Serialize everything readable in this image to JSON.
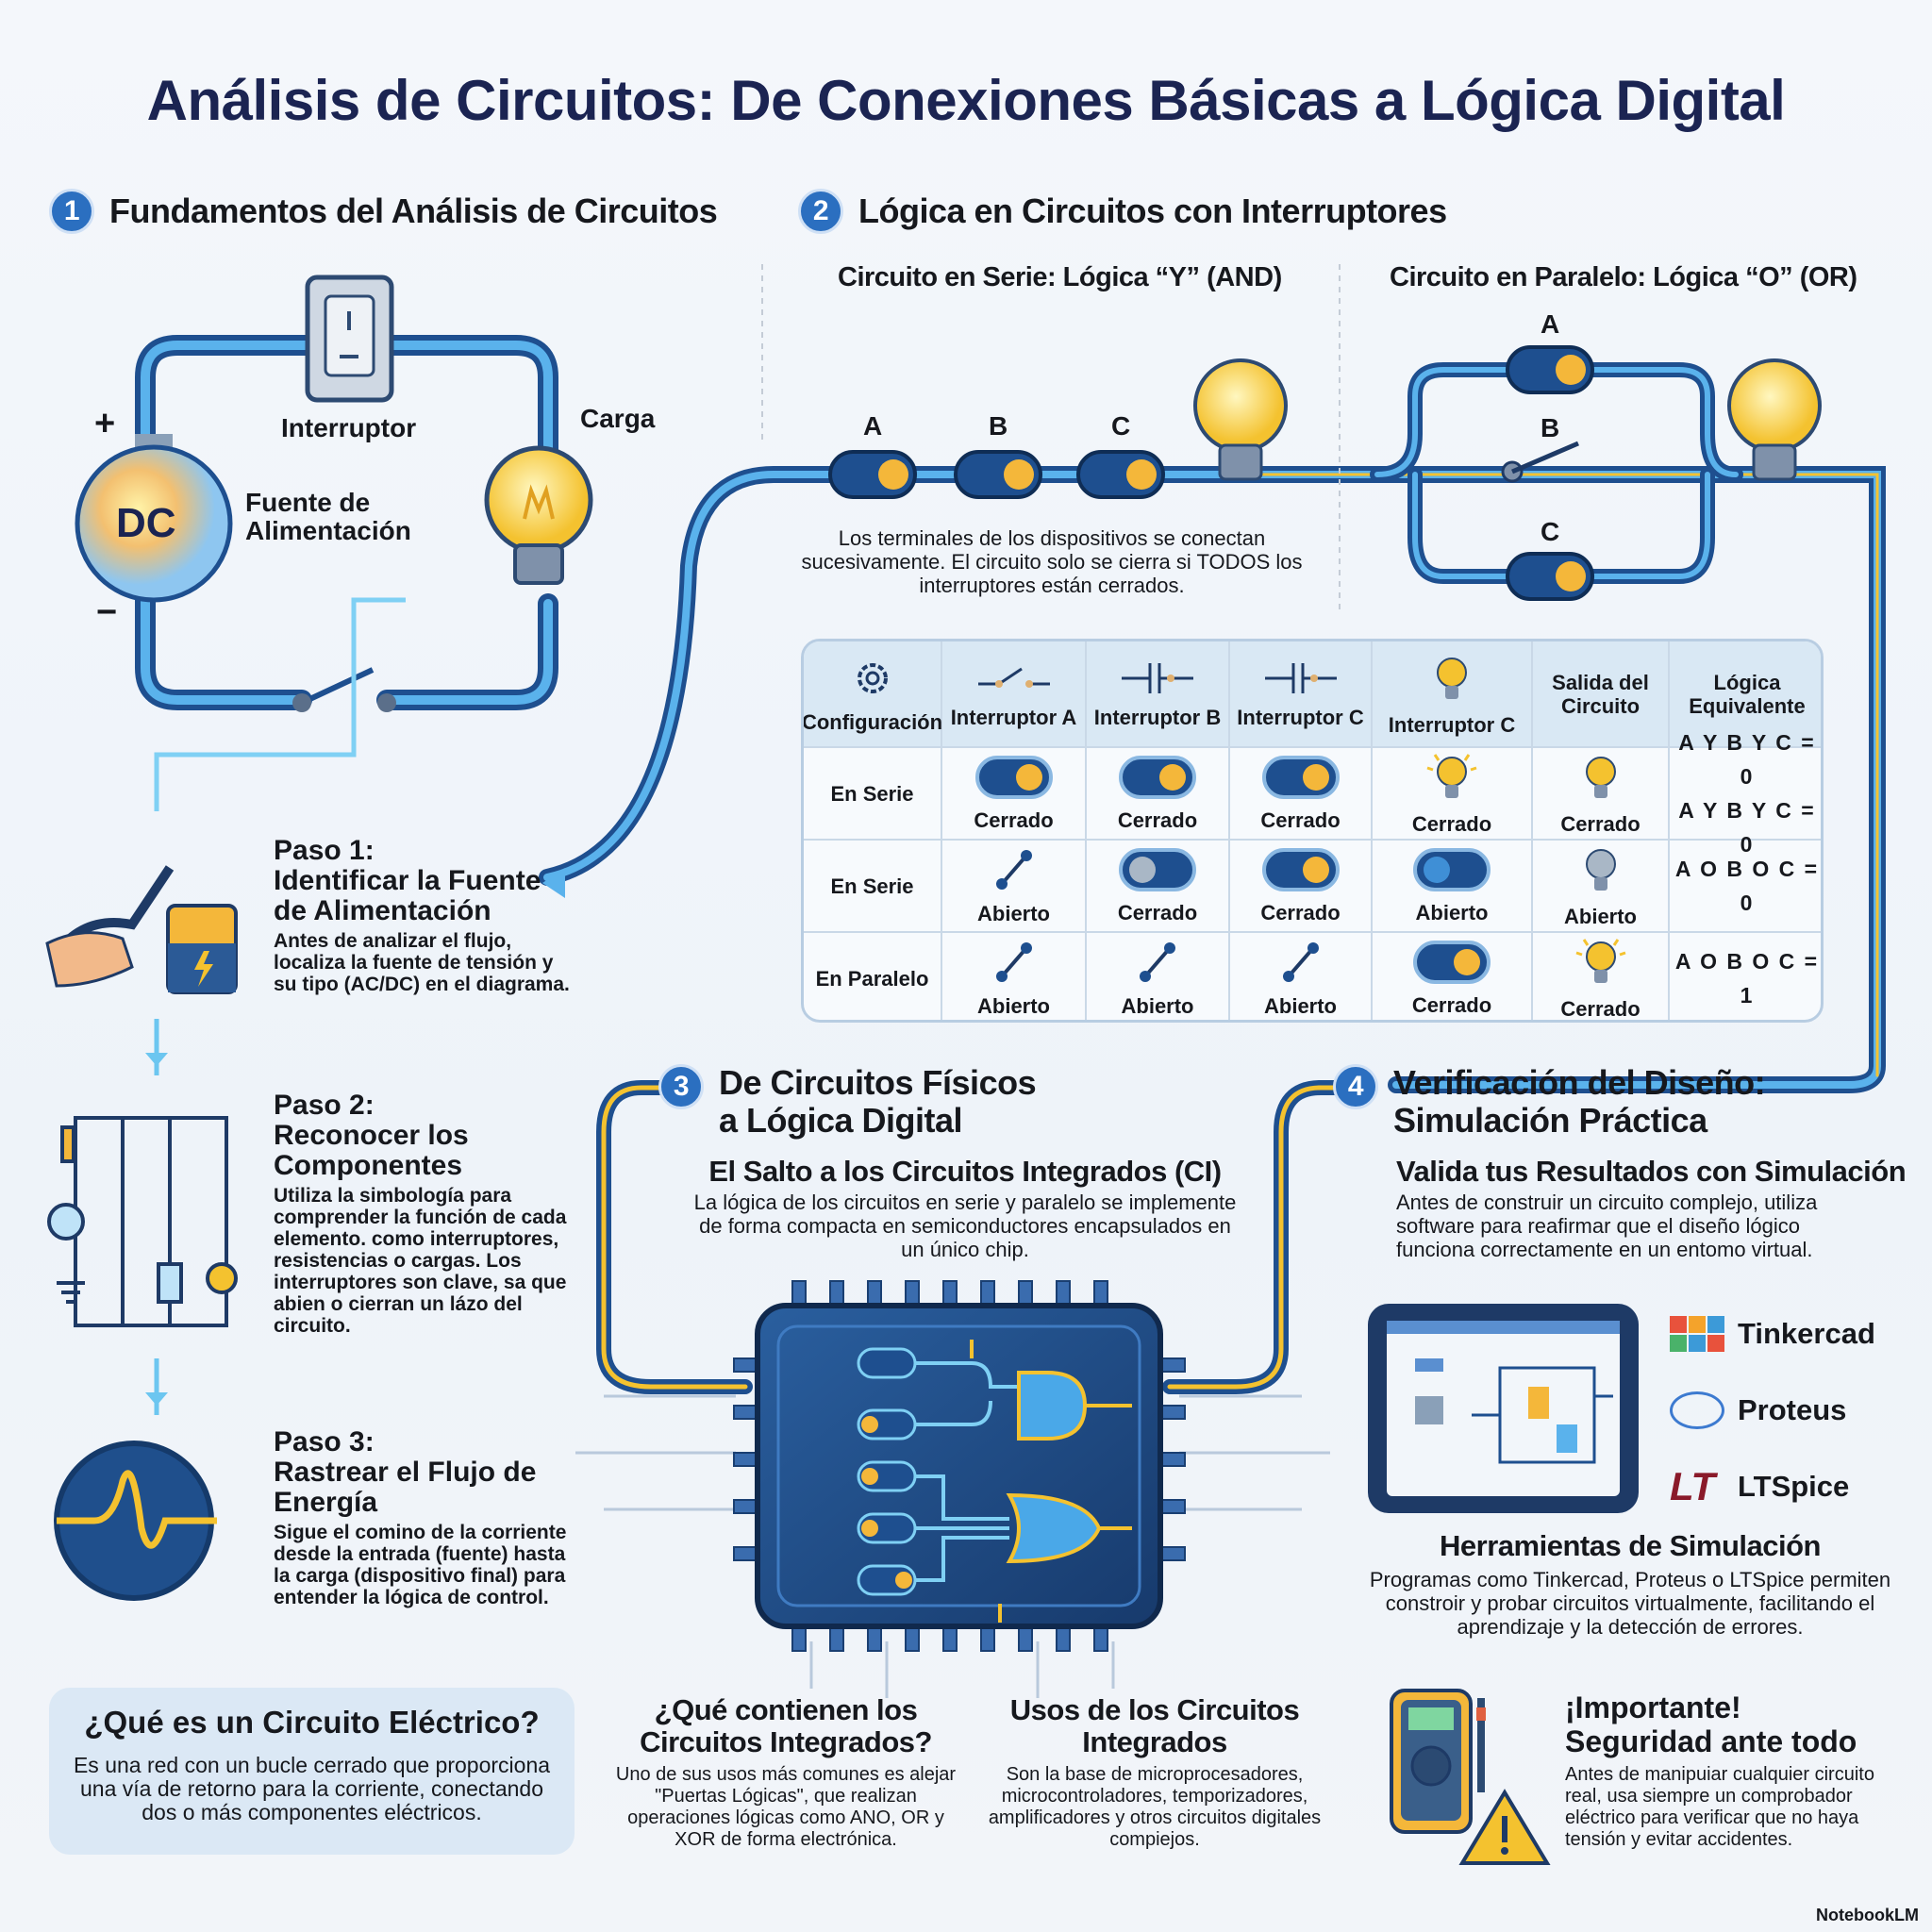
{
  "title": "Análisis de Circuitos: De Conexiones Básicas a Lógica Digital",
  "section1": {
    "num": "1",
    "title": "Fundamentos del Análisis de Circuitos",
    "labels": {
      "switch": "Interruptor",
      "load": "Carga",
      "source": "Fuente de Alimentación",
      "source_text": "DC",
      "plus": "+",
      "minus": "−"
    },
    "steps": [
      {
        "title": "Paso 1:",
        "heading": "Identificar la Fuente de Alimentación",
        "text": "Antes de analizar el flujo, localiza la fuente de tensión y su tipo (AC/DC) en el diagrama."
      },
      {
        "title": "Paso 2:",
        "heading": "Reconocer los Componentes",
        "text": "Utiliza la simbología para comprender la función de cada elemento. como interruptores, resistencias o cargas. Los interruptores son clave, sa que abien o cierran un lázo del circuito."
      },
      {
        "title": "Paso 3:",
        "heading": "Rastrear el Flujo de Energía",
        "text": "Sigue el comino de la corriente desde la entrada (fuente) hasta la carga (dispositivo final) para entender la lógica de control."
      }
    ],
    "box": {
      "title": "¿Qué es un Circuito Eléctrico?",
      "text": "Es una red con un bucle cerrado que proporciona una vía de retorno para la corriente, conectando dos o más componentes eléctricos."
    }
  },
  "section2": {
    "num": "2",
    "title": "Lógica en Circuitos con Interruptores",
    "series": {
      "title": "Circuito en Serie: Lógica “Y” (AND)",
      "switches": [
        "A",
        "B",
        "C"
      ],
      "text": "Los terminales de los dispositivos se conectan sucesivamente. El circuito solo se cierra si TODOS los interruptores están cerrados."
    },
    "parallel": {
      "title": "Circuito en Paralelo: Lógica “O” (OR)",
      "switches": [
        "A",
        "B",
        "C"
      ]
    },
    "table": {
      "headers": [
        "Configuración",
        "Interruptor A",
        "Interruptor B",
        "Interruptor C",
        "Interruptor C",
        "Salida del Circuito",
        "Lógica Equivalente"
      ],
      "header_icons": [
        "gear-icon",
        "switch-open-icon",
        "capacitor-icon",
        "capacitor-icon",
        "bulb-icon",
        "",
        ""
      ],
      "rows": [
        {
          "config": "En Serie",
          "cells": [
            {
              "state": "toggle-on",
              "label": "Cerrado"
            },
            {
              "state": "toggle-on",
              "label": "Cerrado"
            },
            {
              "state": "toggle-on",
              "label": "Cerrado"
            },
            {
              "state": "bulb-lit",
              "label": "Cerrado"
            },
            {
              "state": "bulb-on",
              "label": "Cerrado"
            }
          ],
          "logic": [
            "A Y B Y C = 0",
            "A Y B Y C = 0"
          ]
        },
        {
          "config": "En Serie",
          "cells": [
            {
              "state": "open",
              "label": "Abierto"
            },
            {
              "state": "toggle-off",
              "label": "Cerrado"
            },
            {
              "state": "toggle-on",
              "label": "Cerrado"
            },
            {
              "state": "toggle-blue",
              "label": "Abierto"
            },
            {
              "state": "bulb-off",
              "label": "Abierto"
            }
          ],
          "logic": [
            "A O B O C = 0"
          ]
        },
        {
          "config": "En Paralelo",
          "cells": [
            {
              "state": "open",
              "label": "Abierto"
            },
            {
              "state": "open",
              "label": "Abierto"
            },
            {
              "state": "open",
              "label": "Abierto"
            },
            {
              "state": "toggle-on",
              "label": "Cerrado"
            },
            {
              "state": "bulb-lit",
              "label": "Cerrado"
            }
          ],
          "logic": [
            "A O B O C = 1"
          ]
        }
      ]
    }
  },
  "section3": {
    "num": "3",
    "title_1": "De Circuitos Físicos",
    "title_2": "a Lógica Digital",
    "subtitle": "El Salto a los Circuitos Integrados (CI)",
    "text": "La lógica de los circuitos en serie y paralelo se implemente de forma compacta en semiconductores encapsulados en un único chip.",
    "col1": {
      "title": "¿Qué contienen los Circuitos Integrados?",
      "text": "Uno de sus usos más comunes es alejar \"Puertas Lógicas\", que realizan operaciones lógicas como ANO, OR y XOR de forma electrónica."
    },
    "col2": {
      "title": "Usos de los Circuitos Integrados",
      "text": "Son la base de microprocesadores, microcontroladores, temporizadores, amplificadores y otros circuitos digitales compiejos."
    }
  },
  "section4": {
    "num": "4",
    "title_1": "Verificación del Diseño:",
    "title_2": "Simulación Práctica",
    "subtitle": "Valida tus Resultados con Simulación",
    "text": "Antes de construir un circuito complejo, utiliza software para reafirmar que el diseño lógico funciona correctamente en un entomo virtual.",
    "tools": [
      "Tinkercad",
      "Proteus",
      "LTSpice"
    ],
    "tools_title": "Herramientas de Simulación",
    "tools_text": "Programas como Tinkercad, Proteus o LTSpice permiten constroir y probar circuitos virtualmente, facilitando el aprendizaje y la detección de errores.",
    "safety_title_1": "¡Importante!",
    "safety_title_2": "Seguridad ante todo",
    "safety_text": "Antes de manipuiar cualquier circuito real, usa siempre un comprobador eléctrico para verificar que no haya tensión y evitar accidentes."
  },
  "footer": {
    "brand": "NotebookLM"
  },
  "colors": {
    "pipe": "#2a6fc4",
    "pipe_light": "#6cc6f0",
    "accent_yellow": "#f5b82e",
    "title": "#1b2452"
  }
}
